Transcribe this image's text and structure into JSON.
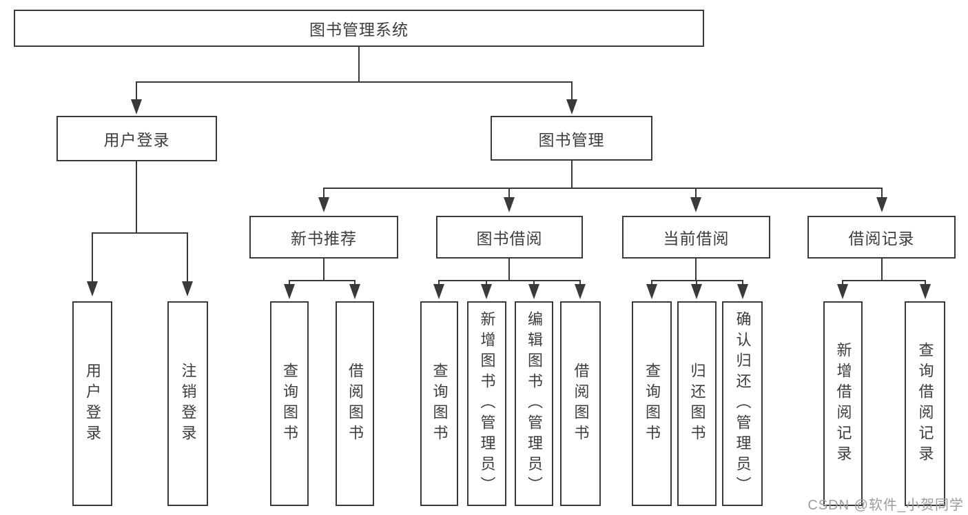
{
  "diagram": {
    "type": "hierarchy",
    "title": "图书管理系统",
    "tree": {
      "label": "图书管理系统",
      "children": [
        {
          "label": "用户登录",
          "children": [
            {
              "label": "用户登录"
            },
            {
              "label": "注销登录"
            }
          ]
        },
        {
          "label": "图书管理",
          "children": [
            {
              "label": "新书推荐",
              "children": [
                {
                  "label": "查询图书"
                },
                {
                  "label": "借阅图书"
                }
              ]
            },
            {
              "label": "图书借阅",
              "children": [
                {
                  "label": "查询图书"
                },
                {
                  "label": "新增图书（管理员）"
                },
                {
                  "label": "编辑图书（管理员）"
                },
                {
                  "label": "借阅图书"
                }
              ]
            },
            {
              "label": "当前借阅",
              "children": [
                {
                  "label": "查询图书"
                },
                {
                  "label": "归还图书"
                },
                {
                  "label": "确认归还（管理员）"
                }
              ]
            },
            {
              "label": "借阅记录",
              "children": [
                {
                  "label": "新增借阅记录"
                },
                {
                  "label": "查询借阅记录"
                }
              ]
            }
          ]
        }
      ]
    },
    "watermark": {
      "text": "CSDN @软件_小贺同学",
      "color": "#9c9c9c"
    },
    "colors": {
      "line": "#3a3a3a",
      "text": "#3d3d3d",
      "background": "#ffffff"
    }
  }
}
